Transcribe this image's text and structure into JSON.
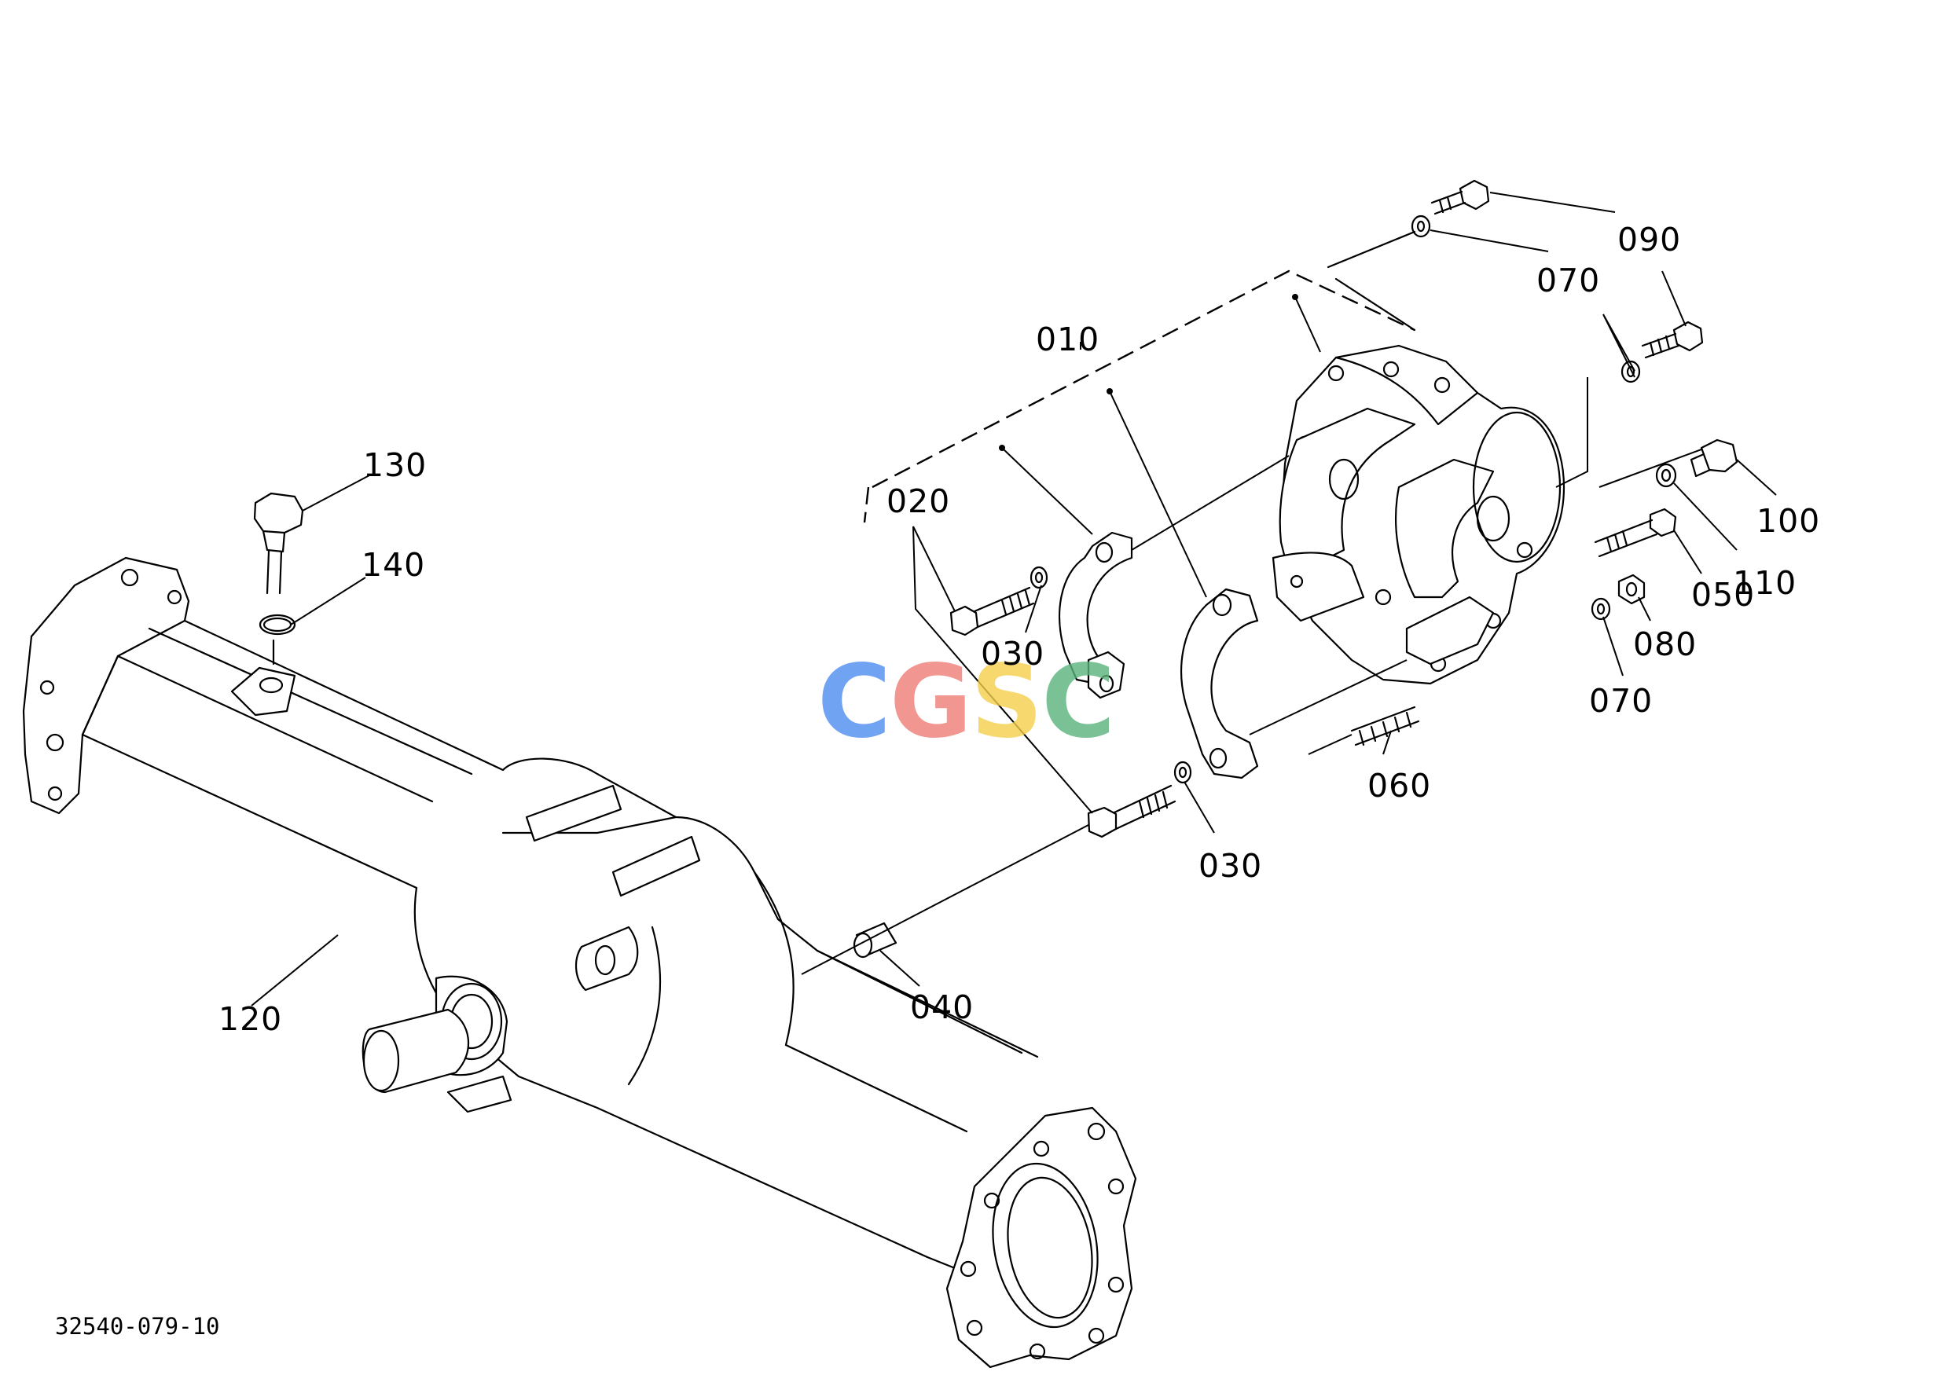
{
  "parts": {
    "p010": "010",
    "p020": "020",
    "p030a": "030",
    "p030b": "030",
    "p040": "040",
    "p050": "050",
    "p060": "060",
    "p070a": "070",
    "p070b": "070",
    "p080": "080",
    "p090": "090",
    "p100": "100",
    "p110": "110",
    "p120": "120",
    "p130": "130",
    "p140": "140"
  },
  "drawing_number": "32540-079-10",
  "watermark": {
    "letters": [
      "C",
      "G",
      "S",
      "C"
    ],
    "colors": [
      "#4d8ef0",
      "#ef7c78",
      "#f5cf4a",
      "#59b37c"
    ]
  }
}
